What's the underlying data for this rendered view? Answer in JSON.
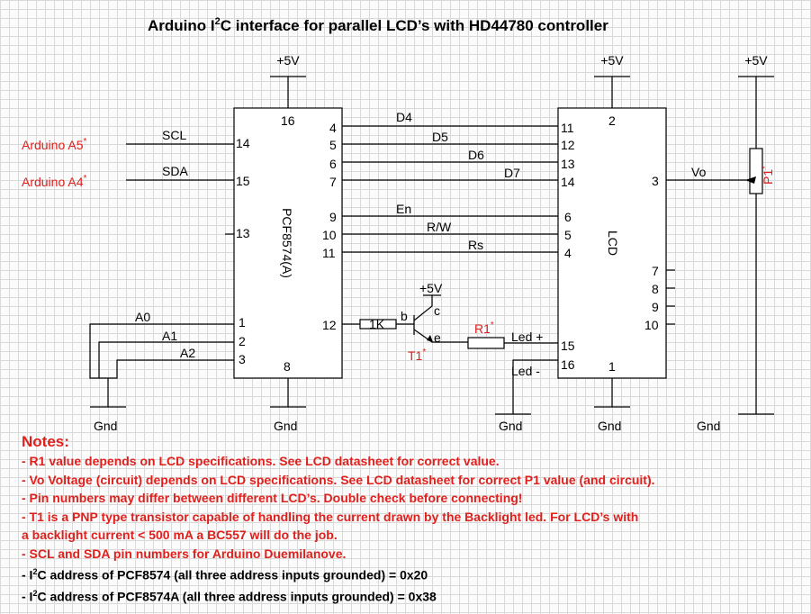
{
  "title": {
    "pre": "Arduino I",
    "sup": "2",
    "post": "C interface for parallel LCD’s with HD44780 controller"
  },
  "power": {
    "vcc": "+5V",
    "gnd": "Gnd"
  },
  "arduino": {
    "a5": "Arduino A5",
    "a4": "Arduino A4",
    "asterisk": "*"
  },
  "pcf": {
    "name": "PCF8574(A)",
    "pins": {
      "vdd": "16",
      "scl": "14",
      "sda": "15",
      "int": "13",
      "a0": "1",
      "a1": "2",
      "a2": "3",
      "vss": "8",
      "p0": "4",
      "p1": "5",
      "p2": "6",
      "p3": "7",
      "p4": "9",
      "p5": "10",
      "p6": "11",
      "p7": "12"
    }
  },
  "lcd": {
    "name": "LCD",
    "pins": {
      "vdd": "2",
      "vo": "3",
      "d4": "11",
      "d5": "12",
      "d6": "13",
      "d7": "14",
      "en": "6",
      "rw": "5",
      "rs": "4",
      "d0": "7",
      "d1": "8",
      "d2": "9",
      "d3": "10",
      "ledp": "15",
      "ledm": "16",
      "vss": "1"
    }
  },
  "nets": {
    "scl": "SCL",
    "sda": "SDA",
    "a0": "A0",
    "a1": "A1",
    "a2": "A2",
    "d4": "D4",
    "d5": "D5",
    "d6": "D6",
    "d7": "D7",
    "en": "En",
    "rw": "R/W",
    "rs": "Rs",
    "vo": "Vo",
    "ledp": "Led +",
    "ledm": "Led -"
  },
  "parts": {
    "resistor": "1K",
    "r1": "R1",
    "t1": "T1",
    "p1": "P1",
    "asterisk": "*",
    "b": "b",
    "c": "c",
    "e": "e"
  },
  "notes": {
    "header": "Notes:",
    "line1": "- R1 value depends on LCD specifications. See LCD datasheet for correct value.",
    "line2": "- Vo Voltage (circuit) depends on LCD specifications. See LCD datasheet for correct P1 value (and circuit).",
    "line3": "- Pin numbers may differ between different LCD’s. Double check before connecting!",
    "line4": "- T1 is a PNP type transistor capable of handling the current drawn by the Backlight led. For LCD’s with",
    "line5": "   a backlight current < 500 mA a BC557 will do the job.",
    "line6": "- SCL and SDA pin numbers for Arduino Duemilanove.",
    "i2c_a_pre": "- I",
    "i2c_a_sup": "2",
    "i2c_a_post": "C address of PCF8574 (all three address inputs grounded) = 0x20",
    "i2c_b_pre": "- I",
    "i2c_b_sup": "2",
    "i2c_b_post": "C address of PCF8574A (all three address inputs grounded) = 0x38"
  }
}
